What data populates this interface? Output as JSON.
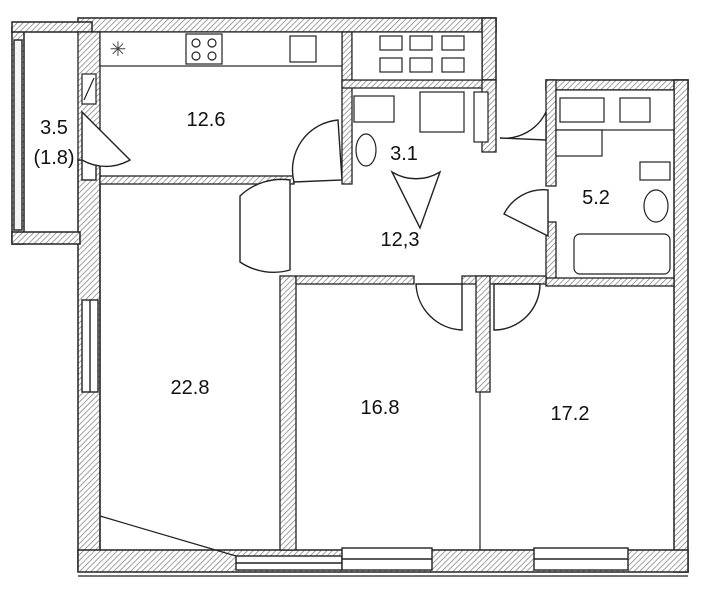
{
  "plan": {
    "rooms": [
      {
        "id": "balcony",
        "label": "3.5",
        "sublabel": "(1.8)"
      },
      {
        "id": "kitchen",
        "label": "12.6"
      },
      {
        "id": "bathroom-small",
        "label": "3.1"
      },
      {
        "id": "hallway",
        "label": "12,3"
      },
      {
        "id": "bathroom-large",
        "label": "5.2"
      },
      {
        "id": "living-room",
        "label": "22.8"
      },
      {
        "id": "bedroom-middle",
        "label": "16.8"
      },
      {
        "id": "bedroom-right",
        "label": "17.2"
      }
    ],
    "colors": {
      "wall": "#555555",
      "hatch": "#9a9a9a",
      "line": "#222222",
      "background": "#ffffff"
    }
  }
}
